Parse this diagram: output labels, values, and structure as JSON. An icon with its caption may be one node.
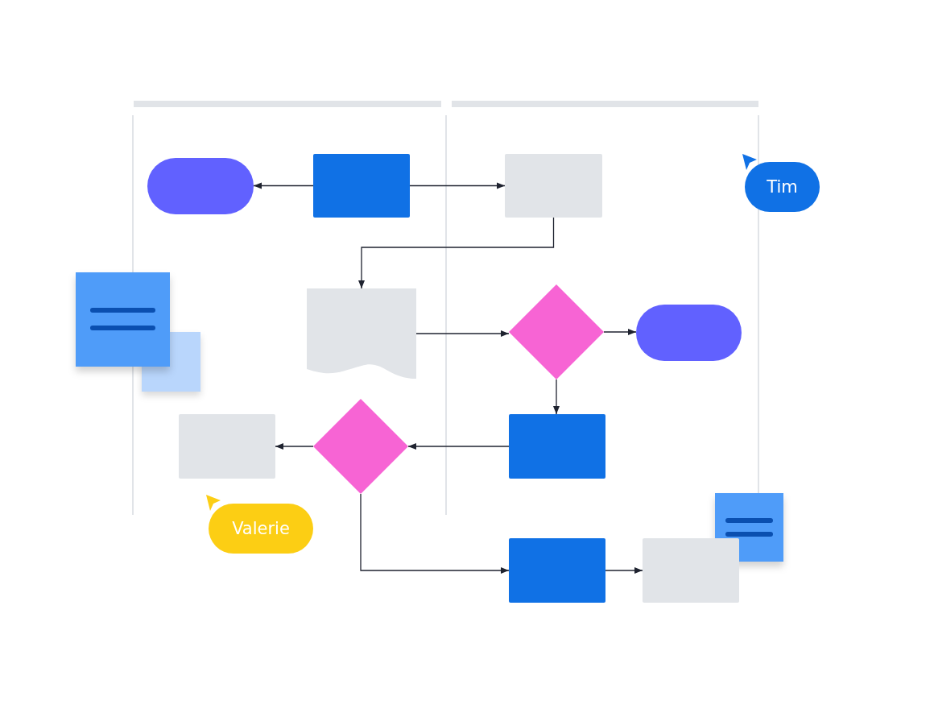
{
  "diagram": {
    "nodes": [
      {
        "text": [],
        "shape": "pill"
      },
      {
        "text": [],
        "shape": "box"
      },
      {
        "text": [],
        "shape": "box"
      },
      {
        "text": [
          "Tim"
        ]
      },
      {
        "text": [],
        "shape": "document"
      },
      {
        "text": [],
        "shape": "diamond"
      },
      {
        "text": [],
        "shape": "pill"
      },
      {
        "text": [],
        "shape": "box"
      },
      {
        "text": [],
        "shape": "diamond"
      },
      {
        "text": [],
        "shape": "box"
      },
      {
        "text": [
          "Valerie"
        ]
      },
      {
        "text": [],
        "shape": "box"
      },
      {
        "text": [],
        "shape": "box"
      }
    ],
    "edges": [
      {
        "from": 1,
        "to": 0,
        "arrow": "to"
      },
      {
        "from": 1,
        "to": 2,
        "arrow": "to"
      },
      {
        "from": 2,
        "to": 4,
        "arrow": "to"
      },
      {
        "from": 4,
        "to": 5,
        "arrow": "to"
      },
      {
        "from": 5,
        "to": 6,
        "arrow": "to"
      },
      {
        "from": 5,
        "to": 7,
        "arrow": "to"
      },
      {
        "from": 7,
        "to": 8,
        "arrow": "to"
      },
      {
        "from": 8,
        "to": 9,
        "arrow": "to"
      },
      {
        "from": 8,
        "to": 11,
        "arrow": "to"
      },
      {
        "from": 11,
        "to": 12,
        "arrow": "to"
      }
    ]
  }
}
